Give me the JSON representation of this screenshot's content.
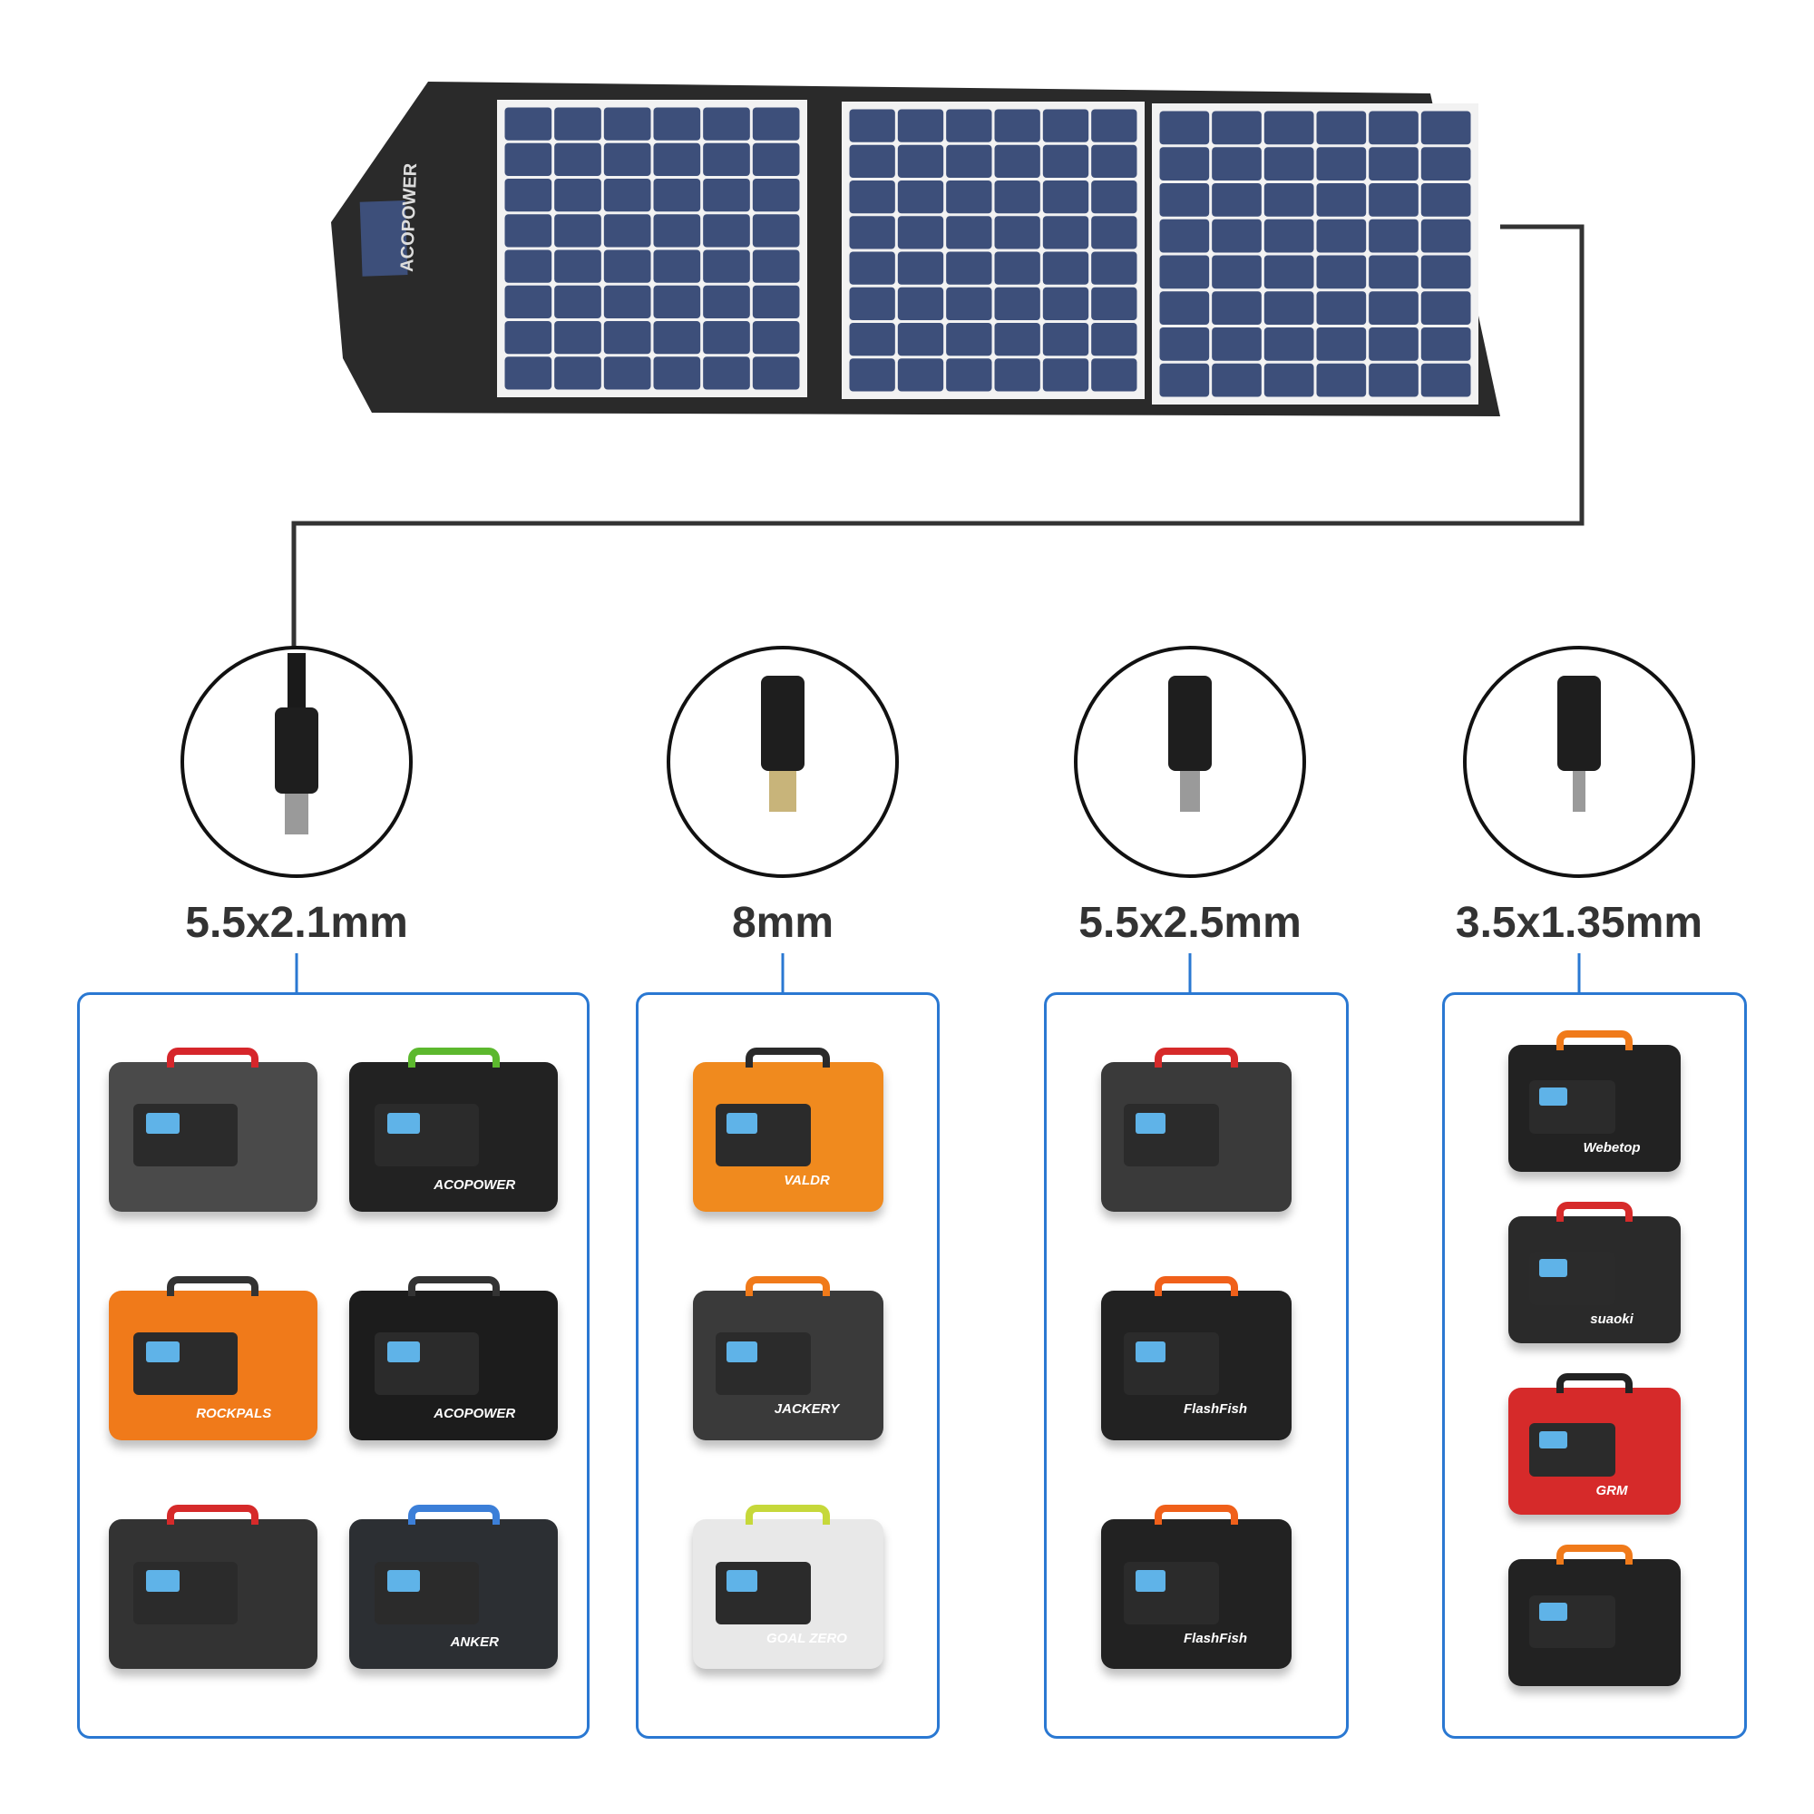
{
  "panel": {
    "brand": "ACOPOWER",
    "cell_color": "#3d4f7a",
    "frame_color": "#2a2a2a"
  },
  "connectors": [
    {
      "size": "5.5x2.1mm",
      "products": [
        {
          "brand": "",
          "body": "#4a4a4a",
          "accent": "#d6262b"
        },
        {
          "brand": "ACOPOWER",
          "body": "#222222",
          "accent": "#5cb82e"
        },
        {
          "brand": "ROCKPALS",
          "body": "#f07a1a",
          "accent": "#333333"
        },
        {
          "brand": "ACOPOWER",
          "body": "#1c1c1c",
          "accent": "#333333"
        },
        {
          "brand": "",
          "body": "#333333",
          "accent": "#d62a2a"
        },
        {
          "brand": "ANKER",
          "body": "#2c2f33",
          "accent": "#3c7fd8"
        }
      ]
    },
    {
      "size": "8mm",
      "products": [
        {
          "brand": "VALDR",
          "body": "#f08a1e",
          "accent": "#2a2a2a"
        },
        {
          "brand": "JACKERY",
          "body": "#3a3a3a",
          "accent": "#f07a1a"
        },
        {
          "brand": "GOAL ZERO",
          "body": "#e8e8e8",
          "accent": "#c6d83a"
        }
      ]
    },
    {
      "size": "5.5x2.5mm",
      "products": [
        {
          "brand": "",
          "body": "#3a3a3a",
          "accent": "#d62a2a"
        },
        {
          "brand": "FlashFish",
          "body": "#222222",
          "accent": "#f0601a"
        },
        {
          "brand": "FlashFish",
          "body": "#222222",
          "accent": "#f0601a"
        }
      ]
    },
    {
      "size": "3.5x1.35mm",
      "products": [
        {
          "brand": "Webetop",
          "body": "#222222",
          "accent": "#f07a1a"
        },
        {
          "brand": "suaoki",
          "body": "#2a2a2a",
          "accent": "#d62a2a"
        },
        {
          "brand": "GRM",
          "body": "#d62a2a",
          "accent": "#222222"
        },
        {
          "brand": "",
          "body": "#222222",
          "accent": "#f07a1a"
        }
      ]
    }
  ],
  "colors": {
    "box_border": "#2a78d2",
    "cable": "#333333",
    "label": "#333333"
  }
}
